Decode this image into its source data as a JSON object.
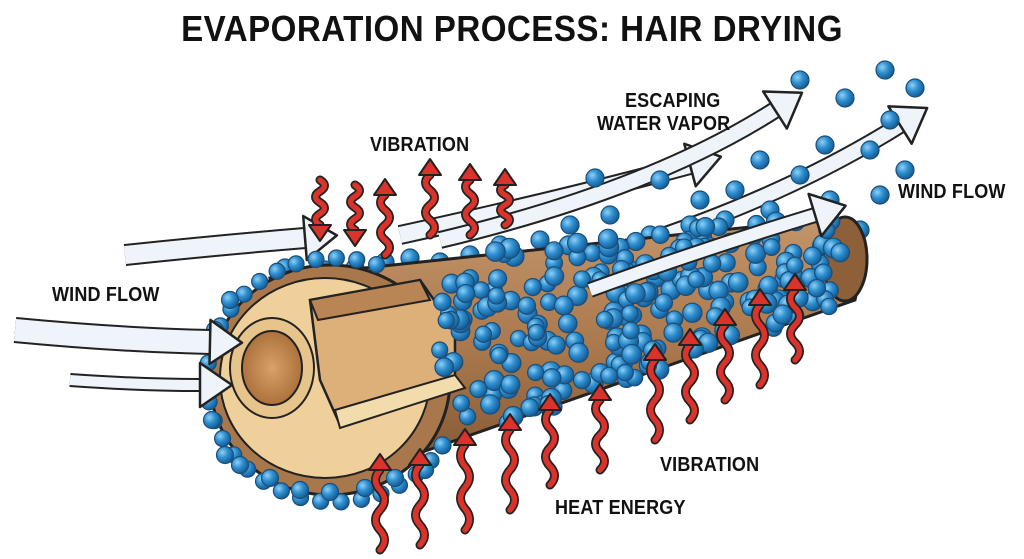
{
  "title": "EVAPORATION PROCESS: HAIR DRYING",
  "labels": {
    "vibration_top": "VIBRATION",
    "escaping_line1": "ESCAPING",
    "escaping_line2": "WATER VAPOR",
    "wind_flow_right": "WIND FLOW",
    "wind_flow_left": "WIND FLOW",
    "vibration_bottom": "VIBRATION",
    "heat_energy": "HEAT ENERGY"
  },
  "colors": {
    "droplet": "#2f8fd0",
    "heat": "#d9332b",
    "hair_outer": "#a8774b",
    "hair_inner": "#efd09a",
    "core": "#c08850",
    "wind": "#eef4fa"
  }
}
